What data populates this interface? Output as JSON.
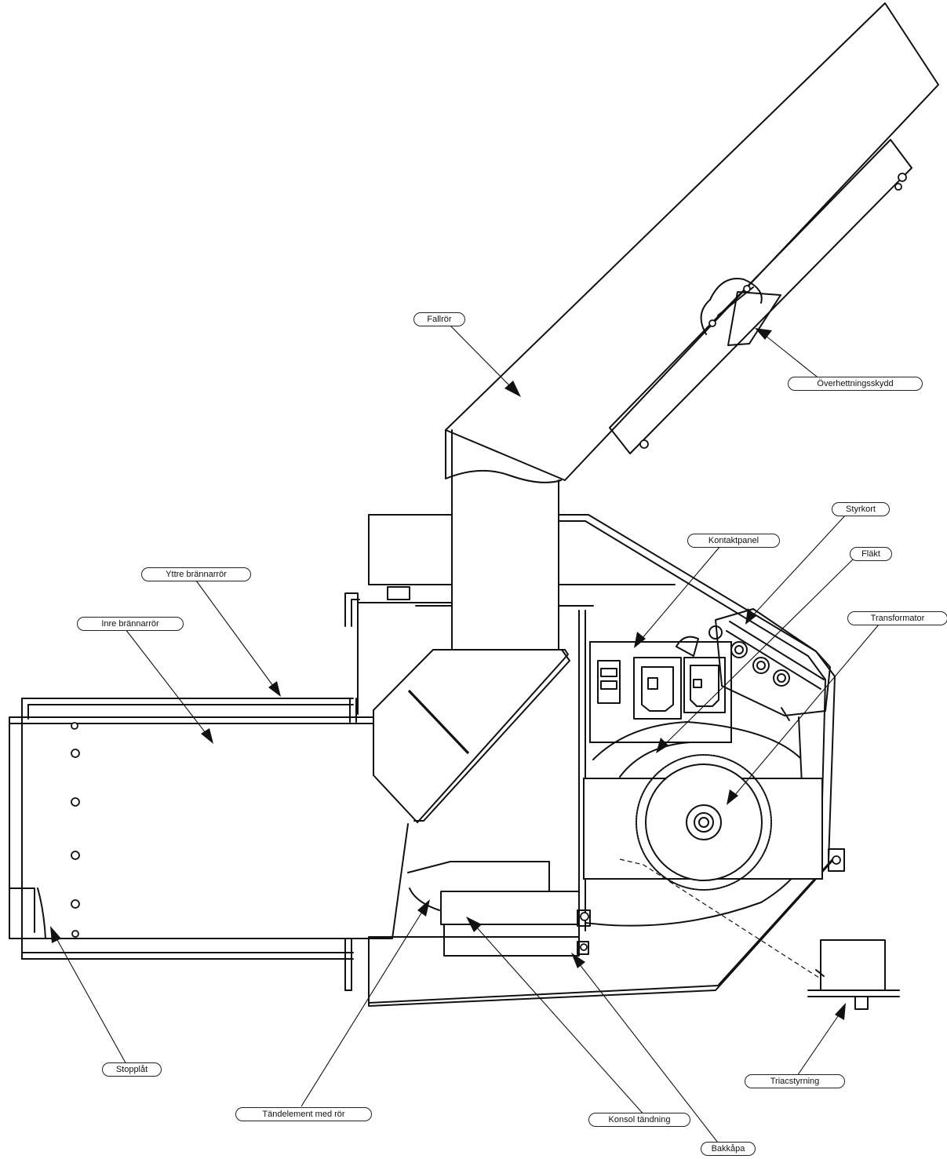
{
  "labels": {
    "fallror": "Fallrör",
    "overhettningsskydd": "Överhettningsskydd",
    "styrkort": "Styrkort",
    "kontaktpanel": "Kontaktpanel",
    "flakt": "Fläkt",
    "transformator": "Transformator",
    "yttre_brannarror": "Yttre brännarrör",
    "inre_brannarror": "Inre brännarrör",
    "stopplat": "Stopplåt",
    "tandelement": "Tändelement med rör",
    "konsol_tandning": "Konsol tändning",
    "bakkapa": "Bakkåpa",
    "triacstyrning": "Triacstyrning"
  }
}
